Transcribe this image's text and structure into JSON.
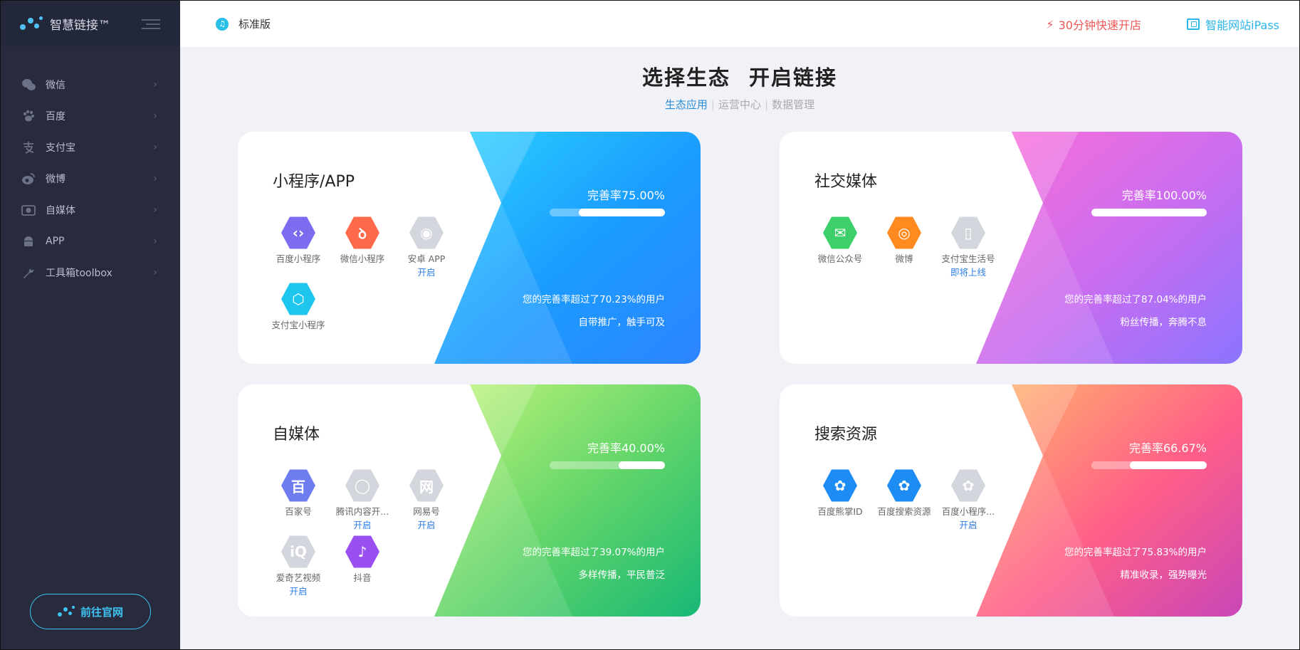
{
  "sidebar": {
    "brand": "智慧链接™",
    "items": [
      {
        "label": "微信",
        "icon": "wechat-icon"
      },
      {
        "label": "百度",
        "icon": "paw-icon"
      },
      {
        "label": "支付宝",
        "icon": "alipay-icon"
      },
      {
        "label": "微博",
        "icon": "weibo-icon"
      },
      {
        "label": "自媒体",
        "icon": "media-icon"
      },
      {
        "label": "APP",
        "icon": "android-icon"
      },
      {
        "label": "工具箱toolbox",
        "icon": "wrench-icon"
      }
    ],
    "site_button": "前往官网"
  },
  "topbar": {
    "edition": "标准版",
    "quick_open": "30分钟快速开店",
    "ipass": "智能网站iPass"
  },
  "main": {
    "title_a": "选择生态",
    "title_b": "开启链接",
    "tabs": [
      "生态应用",
      "运营中心",
      "数据管理"
    ]
  },
  "cards": [
    {
      "title": "小程序/APP",
      "rate": "完善率75.00%",
      "progress": 0.75,
      "stat": "您的完善率超过了70.23%的用户",
      "slogan": "自带推广，触手可及",
      "colors": [
        "#2bd3ff",
        "#1b9bff",
        "#2d84ff"
      ],
      "apps": [
        {
          "name": "百度小程序",
          "link": "",
          "color": "#7b6cf0",
          "glyph": "‹›",
          "icon": "baidu-miniprogram-icon"
        },
        {
          "name": "微信小程序",
          "link": "",
          "color": "#ff6b4a",
          "glyph": "ꝺ",
          "icon": "wechat-miniprogram-icon"
        },
        {
          "name": "安卓 APP",
          "link": "开启",
          "color": "#d3d6dc",
          "glyph": "◉",
          "icon": "android-icon"
        },
        {
          "name": "支付宝小程序",
          "link": "",
          "color": "#1ec6ee",
          "glyph": "⬡",
          "icon": "alipay-miniprogram-icon"
        }
      ]
    },
    {
      "title": "社交媒体",
      "rate": "完善率100.00%",
      "progress": 1.0,
      "stat": "您的完善率超过了87.04%的用户",
      "slogan": "粉丝传播，奔腾不息",
      "colors": [
        "#ff6fd8",
        "#c86df0",
        "#8b74ff"
      ],
      "apps": [
        {
          "name": "微信公众号",
          "link": "",
          "color": "#3dd06a",
          "glyph": "✉",
          "icon": "wechat-icon"
        },
        {
          "name": "微博",
          "link": "",
          "color": "#ff8a1f",
          "glyph": "◎",
          "icon": "weibo-icon"
        },
        {
          "name": "支付宝生活号",
          "link": "即将上线",
          "color": "#d3d6dc",
          "glyph": "▯",
          "icon": "alipay-life-icon"
        }
      ]
    },
    {
      "title": "自媒体",
      "rate": "完善率40.00%",
      "progress": 0.4,
      "stat": "您的完善率超过了39.07%的用户",
      "slogan": "多样传播，平民普泛",
      "colors": [
        "#c5f57a",
        "#5fd46a",
        "#18b876"
      ],
      "apps": [
        {
          "name": "百家号",
          "link": "",
          "color": "#6f7cf0",
          "glyph": "百",
          "icon": "baijiahao-icon"
        },
        {
          "name": "腾讯内容开...",
          "link": "开启",
          "color": "#d3d6dc",
          "glyph": "◯",
          "icon": "tencent-icon"
        },
        {
          "name": "网易号",
          "link": "开启",
          "color": "#d3d6dc",
          "glyph": "网",
          "icon": "netease-icon"
        },
        {
          "name": "爱奇艺视频",
          "link": "开启",
          "color": "#d3d6dc",
          "glyph": "iQ",
          "icon": "iqiyi-icon"
        },
        {
          "name": "抖音",
          "link": "",
          "color": "#9a4ff0",
          "glyph": "♪",
          "icon": "douyin-icon"
        }
      ]
    },
    {
      "title": "搜索资源",
      "rate": "完善率66.67%",
      "progress": 0.6667,
      "stat": "您的完善率超过了75.83%的用户",
      "slogan": "精准收录，强势曝光",
      "colors": [
        "#ffb86a",
        "#ff5f88",
        "#c946b8"
      ],
      "apps": [
        {
          "name": "百度熊掌ID",
          "link": "",
          "color": "#1e8cf5",
          "glyph": "✿",
          "icon": "bear-paw-icon"
        },
        {
          "name": "百度搜索资源",
          "link": "",
          "color": "#1e8cf5",
          "glyph": "✿",
          "icon": "baidu-search-icon"
        },
        {
          "name": "百度小程序...",
          "link": "开启",
          "color": "#d3d6dc",
          "glyph": "✿",
          "icon": "baidu-paw-icon"
        }
      ]
    }
  ]
}
